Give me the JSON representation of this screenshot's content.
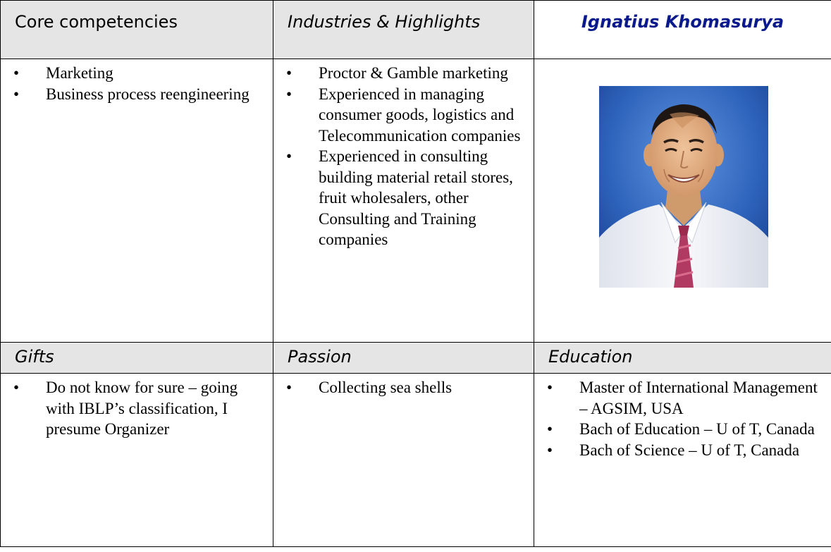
{
  "headers_top": {
    "core": "Core competencies",
    "industries": "Industries & Highlights",
    "name": "Ignatius Khomasurya"
  },
  "core_items": [
    "Marketing",
    "Business process reengineering"
  ],
  "industries_items": [
    " Proctor & Gamble marketing",
    " Experienced in managing consumer goods, logistics and Telecommunication companies",
    " Experienced in consulting building material retail stores, fruit wholesalers, other Consulting and Training companies"
  ],
  "headers_mid": {
    "gifts": "Gifts",
    "passion": "Passion",
    "education": "Education"
  },
  "gifts_items": [
    "Do not know for sure – going with IBLP’s classification, I presume Organizer"
  ],
  "passion_items": [
    "Collecting sea shells"
  ],
  "education_items": [
    " Master of International Management – AGSIM, USA",
    " Bach of Education – U of T, Canada",
    " Bach of Science – U of T, Canada"
  ],
  "colors": {
    "header_bg": "#e5e5e5",
    "name_color": "#0a1a8c",
    "photo_bg": "#2a5db6"
  }
}
